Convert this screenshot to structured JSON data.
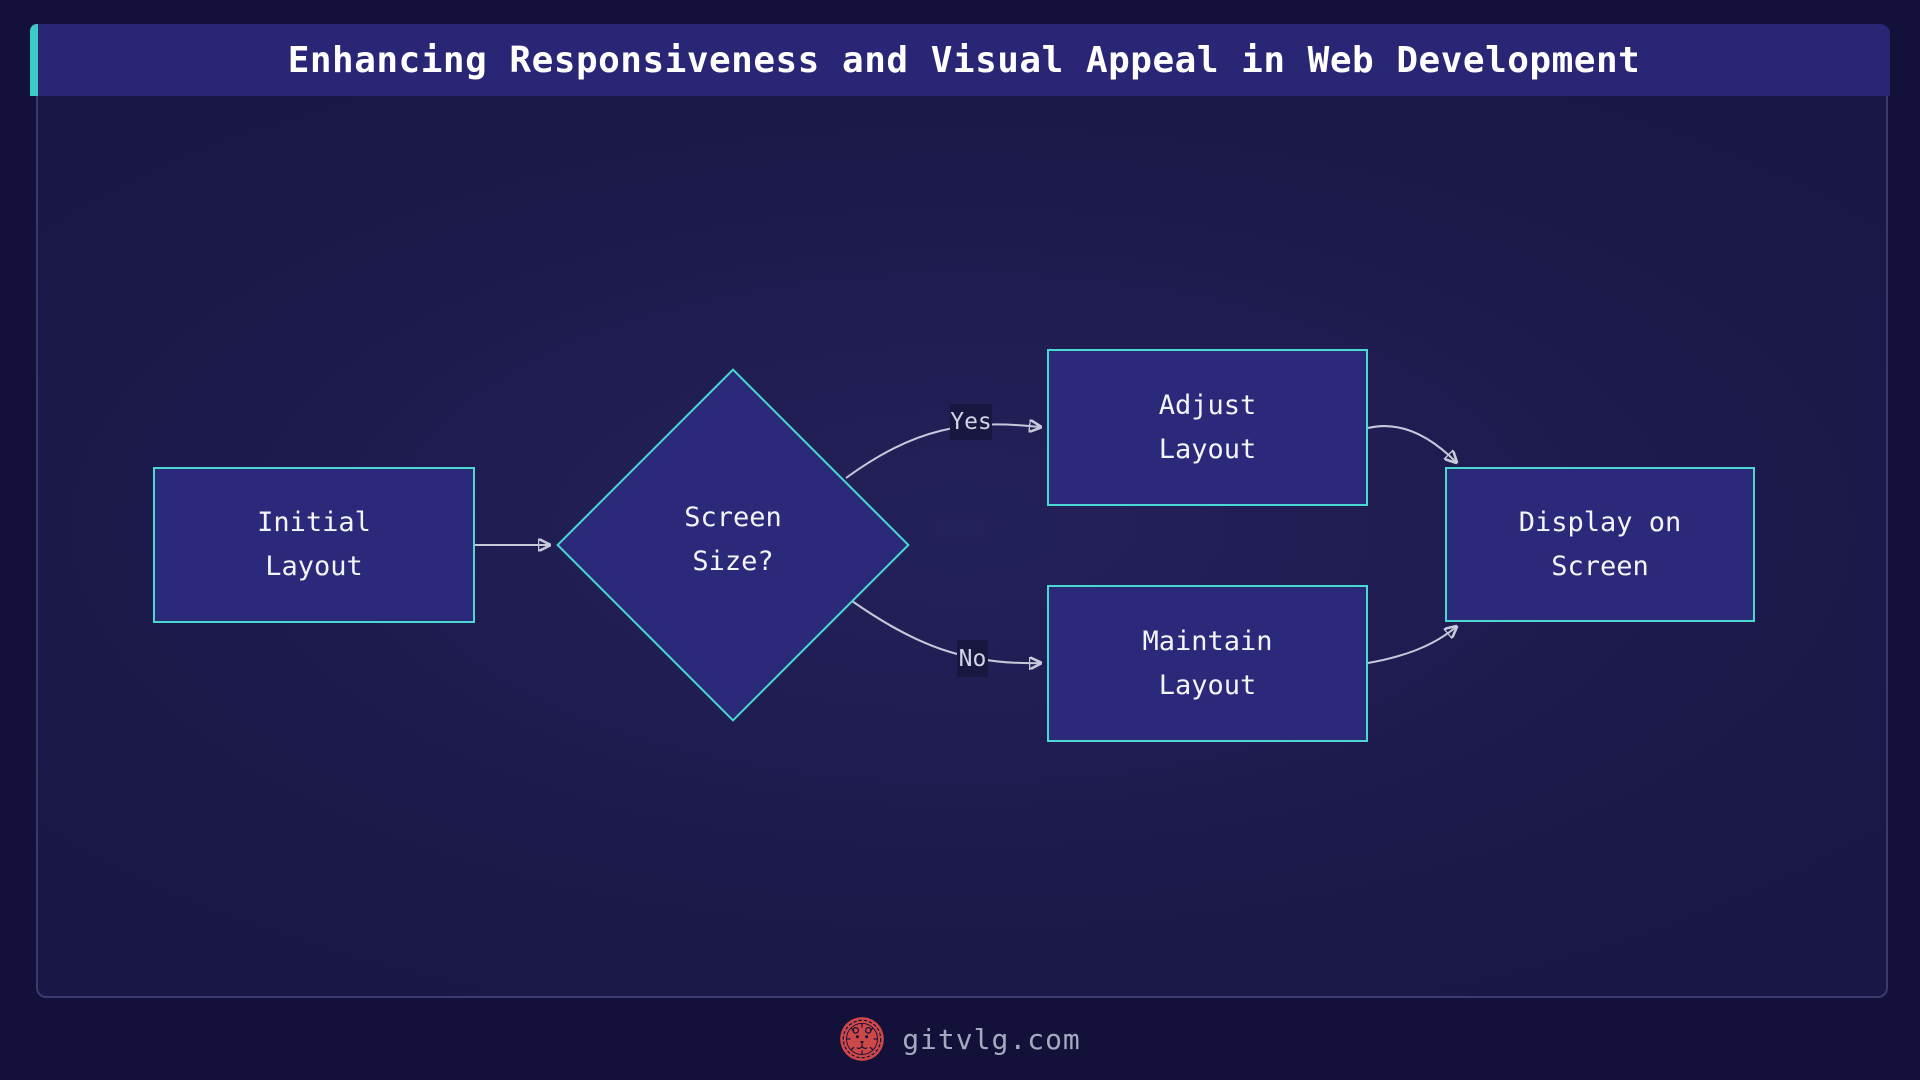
{
  "page": {
    "title": "Enhancing Responsiveness and Visual Appeal in Web Development",
    "footer": {
      "brand": "gitvlg.com",
      "logo_icon": "lion-emblem-icon"
    }
  },
  "colors": {
    "page_bg": "#131139",
    "panel_bg": "#1d1b4e",
    "panel_border": "#3a3a6e",
    "titlebar_bg": "#2a2676",
    "titlebar_accent": "#3ec9c9",
    "node_fill": "#2b2979",
    "node_border": "#4bd8d2",
    "node_text": "#f4f5fc",
    "edge_line": "#c7c8da",
    "edge_label_text": "#d2d3e4",
    "edge_label_bg": "#181740",
    "footer_text": "#a3a9bf",
    "logo_red": "#cf4848"
  },
  "flowchart": {
    "nodes": [
      {
        "id": "initial",
        "type": "process",
        "lines": [
          "Initial",
          "Layout"
        ]
      },
      {
        "id": "decision",
        "type": "decision",
        "lines": [
          "Screen",
          "Size?"
        ]
      },
      {
        "id": "adjust",
        "type": "process",
        "lines": [
          "Adjust",
          "Layout"
        ]
      },
      {
        "id": "maintain",
        "type": "process",
        "lines": [
          "Maintain",
          "Layout"
        ]
      },
      {
        "id": "display",
        "type": "process",
        "lines": [
          "Display on",
          "Screen"
        ]
      }
    ],
    "edges": [
      {
        "from": "initial",
        "to": "decision",
        "label": ""
      },
      {
        "from": "decision",
        "to": "adjust",
        "label": "Yes"
      },
      {
        "from": "decision",
        "to": "maintain",
        "label": "No"
      },
      {
        "from": "adjust",
        "to": "display",
        "label": ""
      },
      {
        "from": "maintain",
        "to": "display",
        "label": ""
      }
    ]
  }
}
